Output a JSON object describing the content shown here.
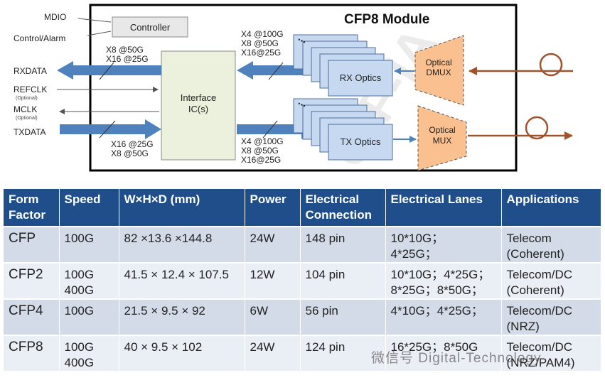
{
  "diagram": {
    "module_title": "CFP8 Module",
    "controller_label": "Controller",
    "interface_label_1": "Interface",
    "interface_label_2": "IC(s)",
    "rx_optics_label": "RX Optics",
    "tx_optics_label": "TX Optics",
    "dmux_label_1": "Optical",
    "dmux_label_2": "DMUX",
    "mux_label_1": "Optical",
    "mux_label_2": "MUX",
    "mdio": "MDIO",
    "control_alarm": "Control/Alarm",
    "rxdata": "RXDATA",
    "refclk": "REFCLK",
    "refclk_note": "(Optional)",
    "mclk": "MCLK",
    "mclk_note": "(Optional)",
    "txdata": "TXDATA",
    "rx_left_rate_1": "X8 @50G",
    "rx_left_rate_2": "X16 @25G",
    "rx_right_rate_1": "X4  @100G",
    "rx_right_rate_2": "X8  @50G",
    "rx_right_rate_3": "X16@25G",
    "tx_left_rate_1": "X16 @25G",
    "tx_left_rate_2": "X8 @50G",
    "tx_right_rate_1": "X4  @100G",
    "tx_right_rate_2": "X8  @50G",
    "tx_right_rate_3": "X16@25G",
    "ellipsis": "...",
    "watermark": "OIF-IA",
    "colors": {
      "arrow_blue": "#4f81bd",
      "box_fill": "#c6d9f1",
      "optical_fill": "#fac090",
      "fiber_brown": "#a0522d",
      "interface_fill": "#ebf1dd"
    }
  },
  "table": {
    "headers": [
      [
        "Form",
        "Factor"
      ],
      [
        "Speed"
      ],
      [
        "W×H×D (mm)"
      ],
      [
        "Power"
      ],
      [
        "Electrical",
        "Connection"
      ],
      [
        "Electrical Lanes"
      ],
      [
        "Applications"
      ]
    ],
    "rows": [
      [
        [
          "CFP"
        ],
        [
          "100G"
        ],
        [
          "82 ×13.6 ×144.8"
        ],
        [
          "24W"
        ],
        [
          "148 pin"
        ],
        [
          "10*10G；",
          "4*25G；"
        ],
        [
          "Telecom",
          "(Coherent)"
        ]
      ],
      [
        [
          "CFP2"
        ],
        [
          "100G",
          "400G"
        ],
        [
          "41.5 × 12.4 × 107.5"
        ],
        [
          "12W"
        ],
        [
          "104 pin"
        ],
        [
          "10*10G；4*25G；",
          "8*25G；8*50G；"
        ],
        [
          "Telecom/DC",
          "(Coherent)"
        ]
      ],
      [
        [
          "CFP4"
        ],
        [
          "100G"
        ],
        [
          "21.5 × 9.5 × 92"
        ],
        [
          "6W"
        ],
        [
          "56 pin"
        ],
        [
          "4*10G；4*25G；"
        ],
        [
          "Telecom/DC",
          "(NRZ)"
        ]
      ],
      [
        [
          "CFP8"
        ],
        [
          "100G",
          "400G"
        ],
        [
          "40 × 9.5 × 102"
        ],
        [
          "24W"
        ],
        [
          "124 pin"
        ],
        [
          "16*25G；8*50G"
        ],
        [
          "Telecom/DC",
          "(NRZ/PAM4)"
        ]
      ]
    ]
  },
  "watermark_overlay": "微信号 Digital-Technology"
}
